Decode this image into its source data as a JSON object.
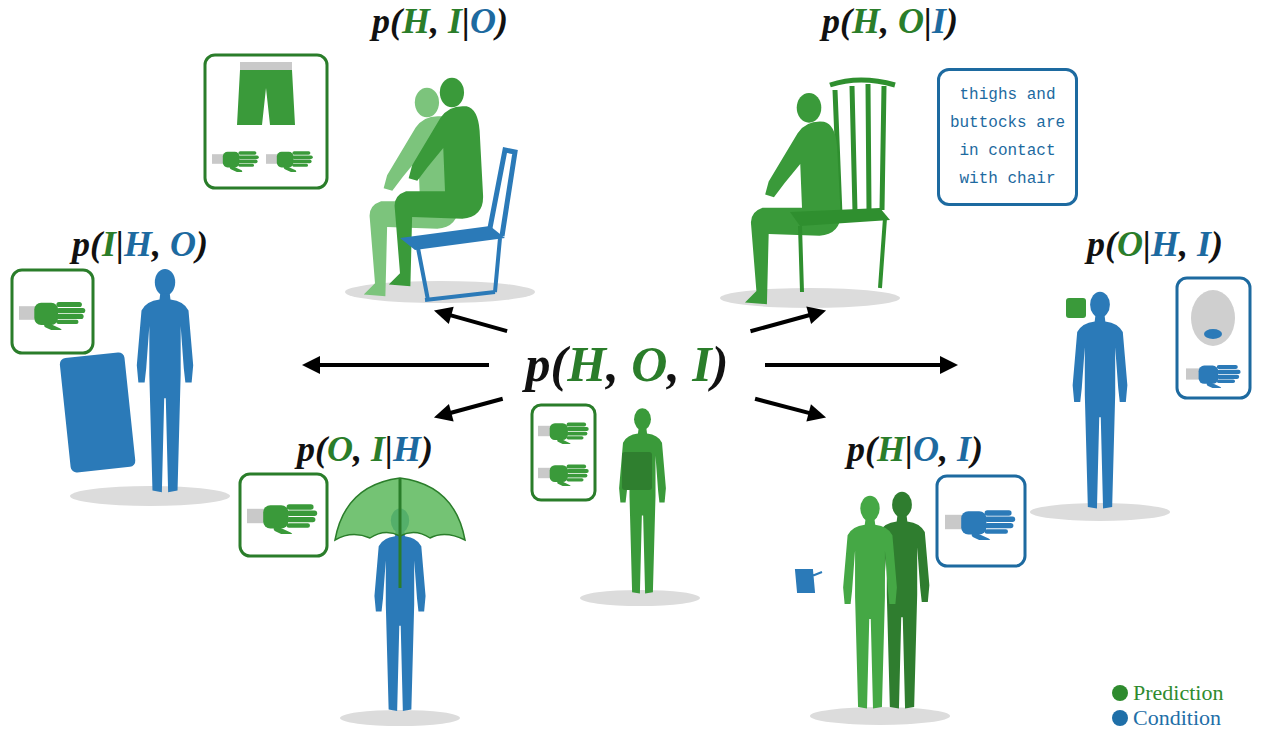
{
  "diagram": {
    "nodes": [
      {
        "text": [
          "p(H, I|O)"
        ]
      },
      {
        "text": [
          "p(H, O|I)"
        ]
      },
      {
        "text": [
          "thighs and buttocks are in contact with chair"
        ],
        "in": 1
      },
      {
        "text": [
          "p(I|H, O)"
        ]
      },
      {
        "text": [
          "p(H, O, I)"
        ]
      },
      {
        "text": [
          "p(O|H, I)"
        ]
      },
      {
        "text": [
          "p(O, I|H)"
        ]
      },
      {
        "text": [
          "p(H|O, I)"
        ]
      }
    ],
    "edges": [
      {
        "from": 4,
        "to": 0,
        "arrow": "to"
      },
      {
        "from": 4,
        "to": 1,
        "arrow": "to"
      },
      {
        "from": 4,
        "to": 3,
        "arrow": "to"
      },
      {
        "from": 4,
        "to": 5,
        "arrow": "to"
      },
      {
        "from": 4,
        "to": 6,
        "arrow": "to"
      },
      {
        "from": 4,
        "to": 7,
        "arrow": "to"
      }
    ],
    "legend": [
      {
        "text": "Prediction",
        "color": "#2e8b2e"
      },
      {
        "text": "Condition",
        "color": "#1f6fa8"
      }
    ]
  }
}
